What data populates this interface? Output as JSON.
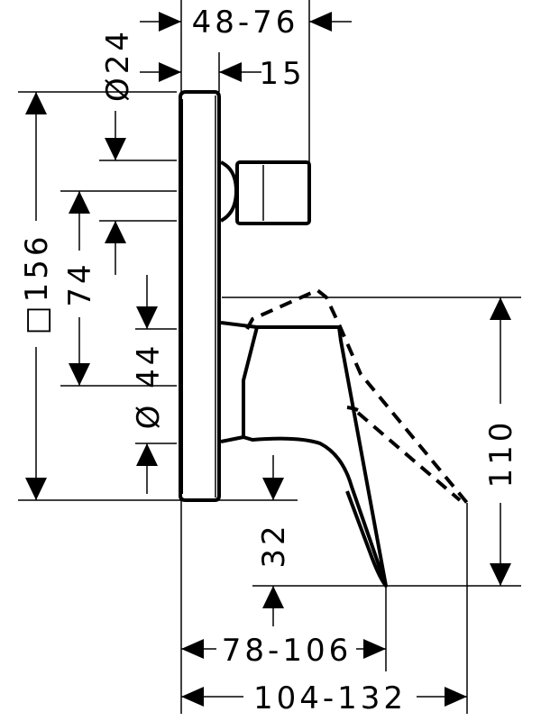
{
  "drawing": {
    "dimensions": {
      "depth_range": "48-76",
      "knob_diameter": "Ø24",
      "knob_offset": "15",
      "plate_size": "□156",
      "vertical_74": "74",
      "spout_diameter": "Ø 44",
      "height_110": "110",
      "spout_drop": "32",
      "spout_projection": "78-106",
      "lever_projection": "104-132"
    }
  }
}
